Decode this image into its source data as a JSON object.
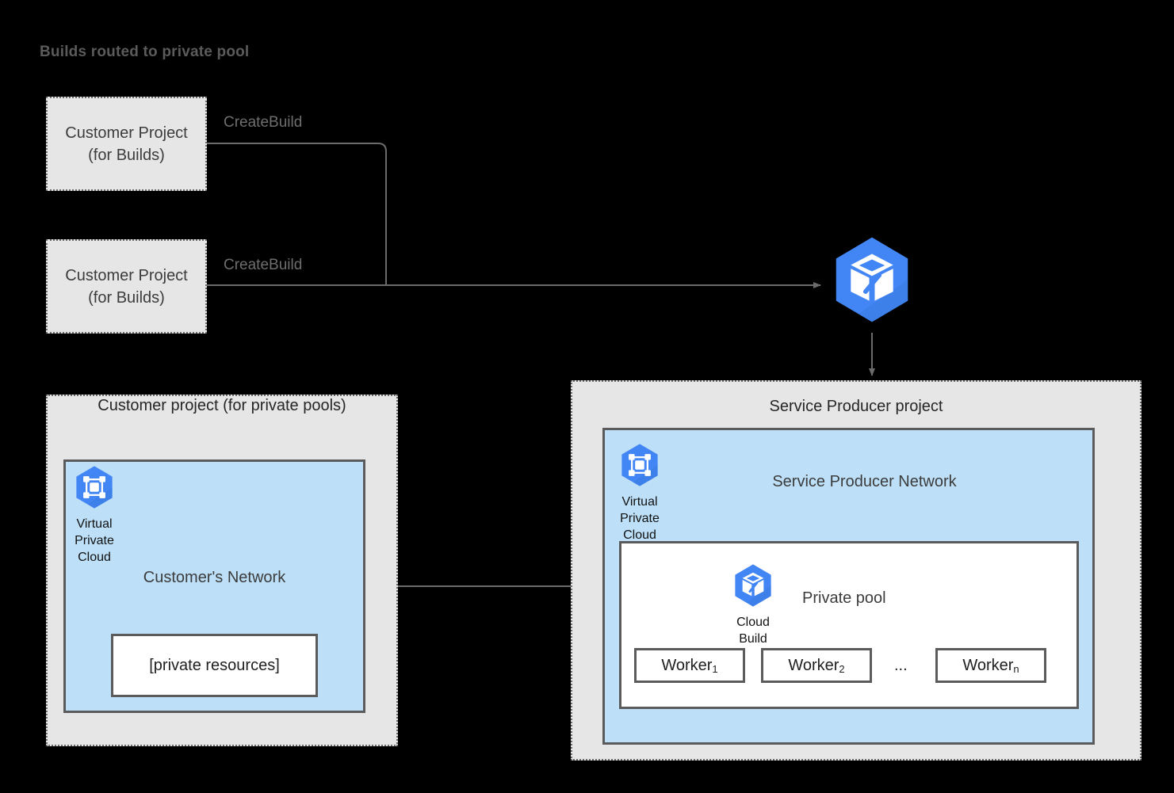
{
  "title": "Builds routed to private pool",
  "colors": {
    "background": "#000000",
    "box_fill": "#e6e6e6",
    "network_fill": "#bde0f8",
    "border": "#5b5b5b",
    "gcp_blue": "#4285f4",
    "gcp_blue_dark": "#3367d6",
    "title_text": "#5b5b5b",
    "label_text": "#6e6e6e"
  },
  "customer_projects": [
    {
      "line1": "Customer Project",
      "line2": "(for Builds)",
      "edge_label": "CreateBuild"
    },
    {
      "line1": "Customer Project",
      "line2": "(for Builds)",
      "edge_label": "CreateBuild"
    }
  ],
  "cloud_build_service": {
    "icon": "cloud-build-icon",
    "name": "Cloud Build"
  },
  "customer_pool_project": {
    "title": "Customer project (for private pools)",
    "network": {
      "title": "Customer's Network",
      "vpc_icon": "virtual-private-cloud-icon",
      "vpc_caption": "Virtual\nPrivate\nCloud",
      "resource_box": "[private resources]"
    }
  },
  "service_producer_project": {
    "title": "Service Producer project",
    "network": {
      "title": "Service Producer Network",
      "vpc_icon": "virtual-private-cloud-icon",
      "vpc_caption": "Virtual\nPrivate\nCloud"
    },
    "private_pool": {
      "title": "Private pool",
      "cloud_build_icon": "cloud-build-icon",
      "cloud_build_caption": "Cloud\nBuild",
      "workers": [
        {
          "name": "Worker",
          "sub": "1"
        },
        {
          "name": "Worker",
          "sub": "2"
        },
        {
          "name": "Worker",
          "sub": "n"
        }
      ],
      "ellipsis": "..."
    }
  },
  "connectors": {
    "peering_arrow": "bidirectional",
    "create_build_arrow": "unidirectional",
    "dispatch_arrow": "unidirectional"
  }
}
